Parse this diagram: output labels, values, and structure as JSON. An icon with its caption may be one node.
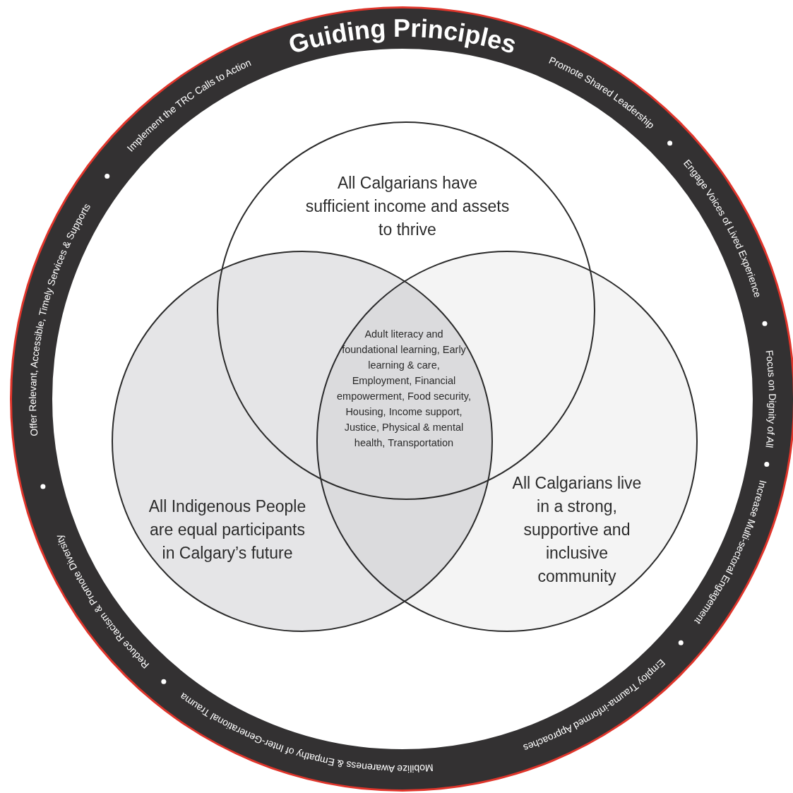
{
  "diagram": {
    "nodes": [
      {
        "text": [
          "Guiding Principles"
        ]
      },
      {
        "text": [
          "All Calgarians have sufficient income and assets to thrive"
        ],
        "in": 0
      },
      {
        "text": [
          "All Indigenous People are equal participants in Calgary’s future"
        ],
        "in": 0
      },
      {
        "text": [
          "All Calgarians live in a strong, supportive and inclusive community"
        ],
        "in": 0
      }
    ],
    "edges": [],
    "labels": [
      "Implement the TRC Calls to Action",
      "Promote Shared Leadership",
      "Engage Voices of Lived Experience",
      "Focus on Dignity of All",
      "Increase Multi-sectoral Engagement",
      "Employ Trauma-informed Approaches",
      "Mobilize Awareness & Empathy of Inter-Generational Trauma",
      "Reduce Racism & Promote Diversity",
      "Offer Relevant, Accessible, Timely Services & Supports",
      "Adult literacy and foundational learning, Early learning & care, Employment, Financial empowerment, Food security, Housing, Income support, Justice, Physical & mental health, Transportation"
    ]
  }
}
